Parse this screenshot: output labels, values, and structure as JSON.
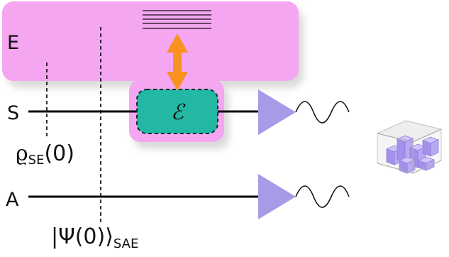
{
  "labels": {
    "environment": "E",
    "system": "S",
    "ancilla": "A",
    "channel": "ℰ",
    "rho_symbol": "ϱ",
    "rho_subscript": "SE",
    "rho_arg": "(0)",
    "psi_symbol": "|Ψ(0)⟩",
    "psi_subscript": "SAE"
  },
  "colors": {
    "environment_fill": "#f4a6f0",
    "channel_fill": "#22b8a4",
    "channel_shadow": "#e07ad8",
    "detector_fill": "#a99ae8",
    "interaction_arrow": "#f7931e",
    "wire": "#000000",
    "wire_shadow": "#c8c8c8",
    "cube": "#b9a8f2"
  },
  "icons": {
    "energy_levels": "energy-levels-icon",
    "interaction": "double-arrow-icon",
    "detector": "detector-triangle-icon",
    "signal": "sine-wave-icon",
    "tomography": "cube-histogram-icon"
  }
}
